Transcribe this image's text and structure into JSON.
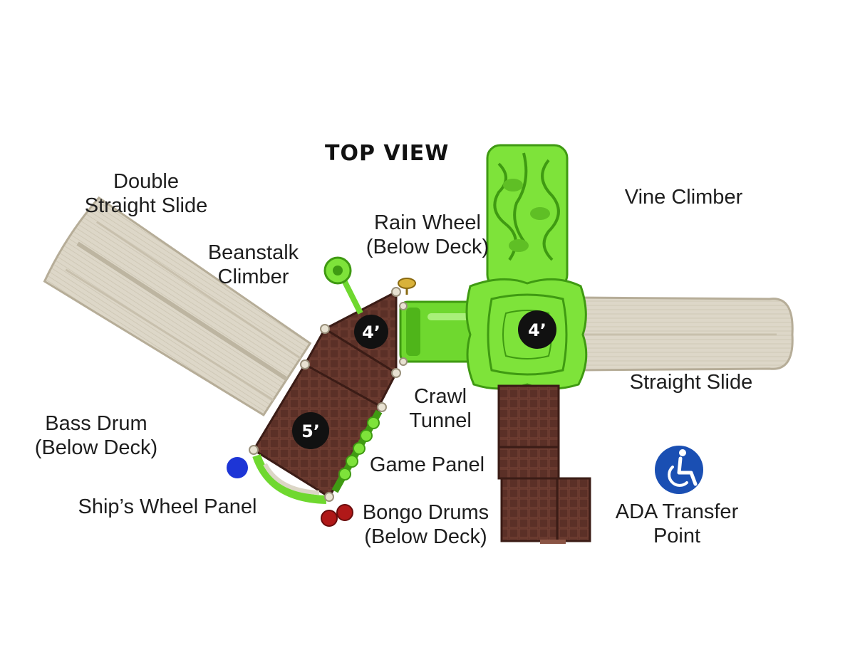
{
  "title": "TOP VIEW",
  "labels": {
    "double_straight_slide": [
      "Double",
      "Straight Slide"
    ],
    "beanstalk_climber": [
      "Beanstalk",
      "Climber"
    ],
    "rain_wheel": [
      "Rain Wheel",
      "(Below Deck)"
    ],
    "vine_climber": [
      "Vine Climber"
    ],
    "crawl_tunnel": [
      "Crawl",
      "Tunnel"
    ],
    "straight_slide": [
      "Straight Slide"
    ],
    "bass_drum": [
      "Bass Drum",
      "(Below Deck)"
    ],
    "game_panel": [
      "Game Panel"
    ],
    "ships_wheel_panel": [
      "Ship’s Wheel Panel"
    ],
    "bongo_drums": [
      "Bongo Drums",
      "(Below Deck)"
    ],
    "ada_transfer_point": [
      "ADA Transfer",
      "Point"
    ]
  },
  "deck_heights": {
    "deck_left_small": "4’",
    "deck_right": "4’",
    "deck_large": "5’"
  },
  "colors": {
    "slide": "#dcd6c6",
    "slide_shade": "#b8b09c",
    "green": "#7ee33a",
    "green_dark": "#3f9a12",
    "deck_brown": "#5b3027",
    "ada_blue": "#1a4fb3",
    "bass_drum_blue": "#1d35d6",
    "bongo_red": "#b01818"
  },
  "icons": {
    "ada": "wheelchair-icon"
  }
}
